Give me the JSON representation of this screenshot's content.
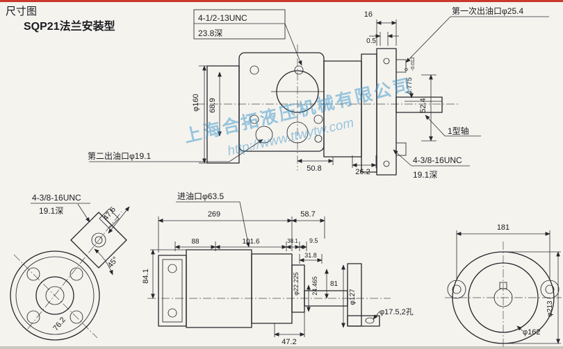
{
  "page": {
    "label": "尺寸图",
    "title": "SQP21法兰安装型"
  },
  "watermark": {
    "company": "上海合拓液压机械有限公司",
    "url": "http://www.ttwytw.com"
  },
  "top_view": {
    "bolt_callout": "4-1/2-13UNC",
    "bolt_depth": "23.8深",
    "dim_flange_thickness": "16",
    "dim_step": "0.5",
    "first_outlet": "第一次出油口φ25.4",
    "dim_flange_dia": "φ160",
    "dim_height": "68.9",
    "dim_key": "4.775",
    "dim_key_tol_upper": "0",
    "dim_key_tol_lower": "-0.012",
    "dim_shaft": "52.4",
    "shaft_type": "1型轴",
    "second_outlet": "第二出油口φ19.1",
    "dim_port": "50.8",
    "dim_gap": "26.2",
    "rear_bolt_callout": "4-3/8-16UNC",
    "rear_bolt_depth": "19.1深"
  },
  "front_view": {
    "bolt_callout": "4-3/8-16UNC",
    "bolt_depth": "19.1深",
    "dim_edge": "47.6",
    "angle": "45°",
    "dim_diag": "76.2"
  },
  "side_view": {
    "inlet": "进油口φ63.5",
    "dim_length": "269",
    "dim_shaft": "58.7",
    "dim_a": "88",
    "dim_b": "101.6",
    "dim_c": "38.1",
    "dim_d": "9.5",
    "dim_e": "31.8",
    "dim_f": "84.1",
    "dim_shaft_dia": "φ22.225",
    "dim_key": "24.465",
    "dim_g": "81",
    "dim_pilot": "φ127",
    "mount_holes": "φ17.5,2孔",
    "dim_h": "47.2"
  },
  "rear_view": {
    "dim_width": "181",
    "dim_outer": "φ213",
    "dim_inner": "φ162"
  }
}
